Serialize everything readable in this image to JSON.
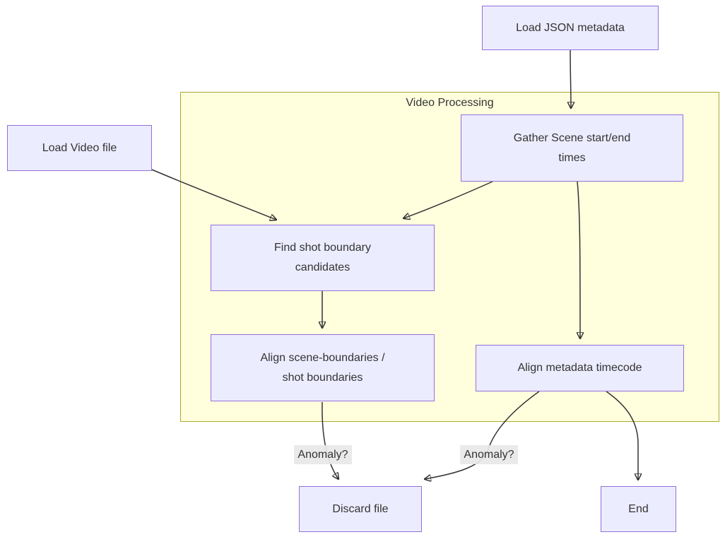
{
  "diagram": {
    "type": "flowchart",
    "direction": "top-down",
    "colors": {
      "node_fill": "#ECECFF",
      "node_border": "#9370DB",
      "cluster_fill": "#FFFFDE",
      "cluster_border": "#AAAA33",
      "edge_stroke": "#333333",
      "text": "#333333",
      "edge_label_bg": "#E8E8E8"
    },
    "cluster": {
      "label": "Video Processing"
    },
    "nodes": [
      {
        "id": "load-json",
        "label": "Load JSON metadata",
        "inside_cluster": false
      },
      {
        "id": "load-video",
        "label": "Load Video file",
        "inside_cluster": false
      },
      {
        "id": "gather-scene",
        "label": "Gather Scene start/end\ntimes",
        "inside_cluster": true
      },
      {
        "id": "find-shot",
        "label": "Find shot boundary\ncandidates",
        "inside_cluster": true
      },
      {
        "id": "align-scene",
        "label": "Align scene-boundaries /\nshot boundaries",
        "inside_cluster": true
      },
      {
        "id": "align-meta",
        "label": "Align metadata timecode",
        "inside_cluster": true
      },
      {
        "id": "discard",
        "label": "Discard file",
        "inside_cluster": false
      },
      {
        "id": "end",
        "label": "End",
        "inside_cluster": false
      }
    ],
    "edge_labels": [
      {
        "text": "Anomaly?"
      },
      {
        "text": "Anomaly?"
      }
    ],
    "edges": [
      {
        "from": "load-json",
        "to": "gather-scene",
        "label": ""
      },
      {
        "from": "load-video",
        "to": "find-shot",
        "label": ""
      },
      {
        "from": "gather-scene",
        "to": "find-shot",
        "label": ""
      },
      {
        "from": "gather-scene",
        "to": "align-meta",
        "label": ""
      },
      {
        "from": "find-shot",
        "to": "align-scene",
        "label": ""
      },
      {
        "from": "align-scene",
        "to": "discard",
        "label": "Anomaly?"
      },
      {
        "from": "align-meta",
        "to": "discard",
        "label": "Anomaly?"
      },
      {
        "from": "align-meta",
        "to": "end",
        "label": ""
      }
    ]
  }
}
